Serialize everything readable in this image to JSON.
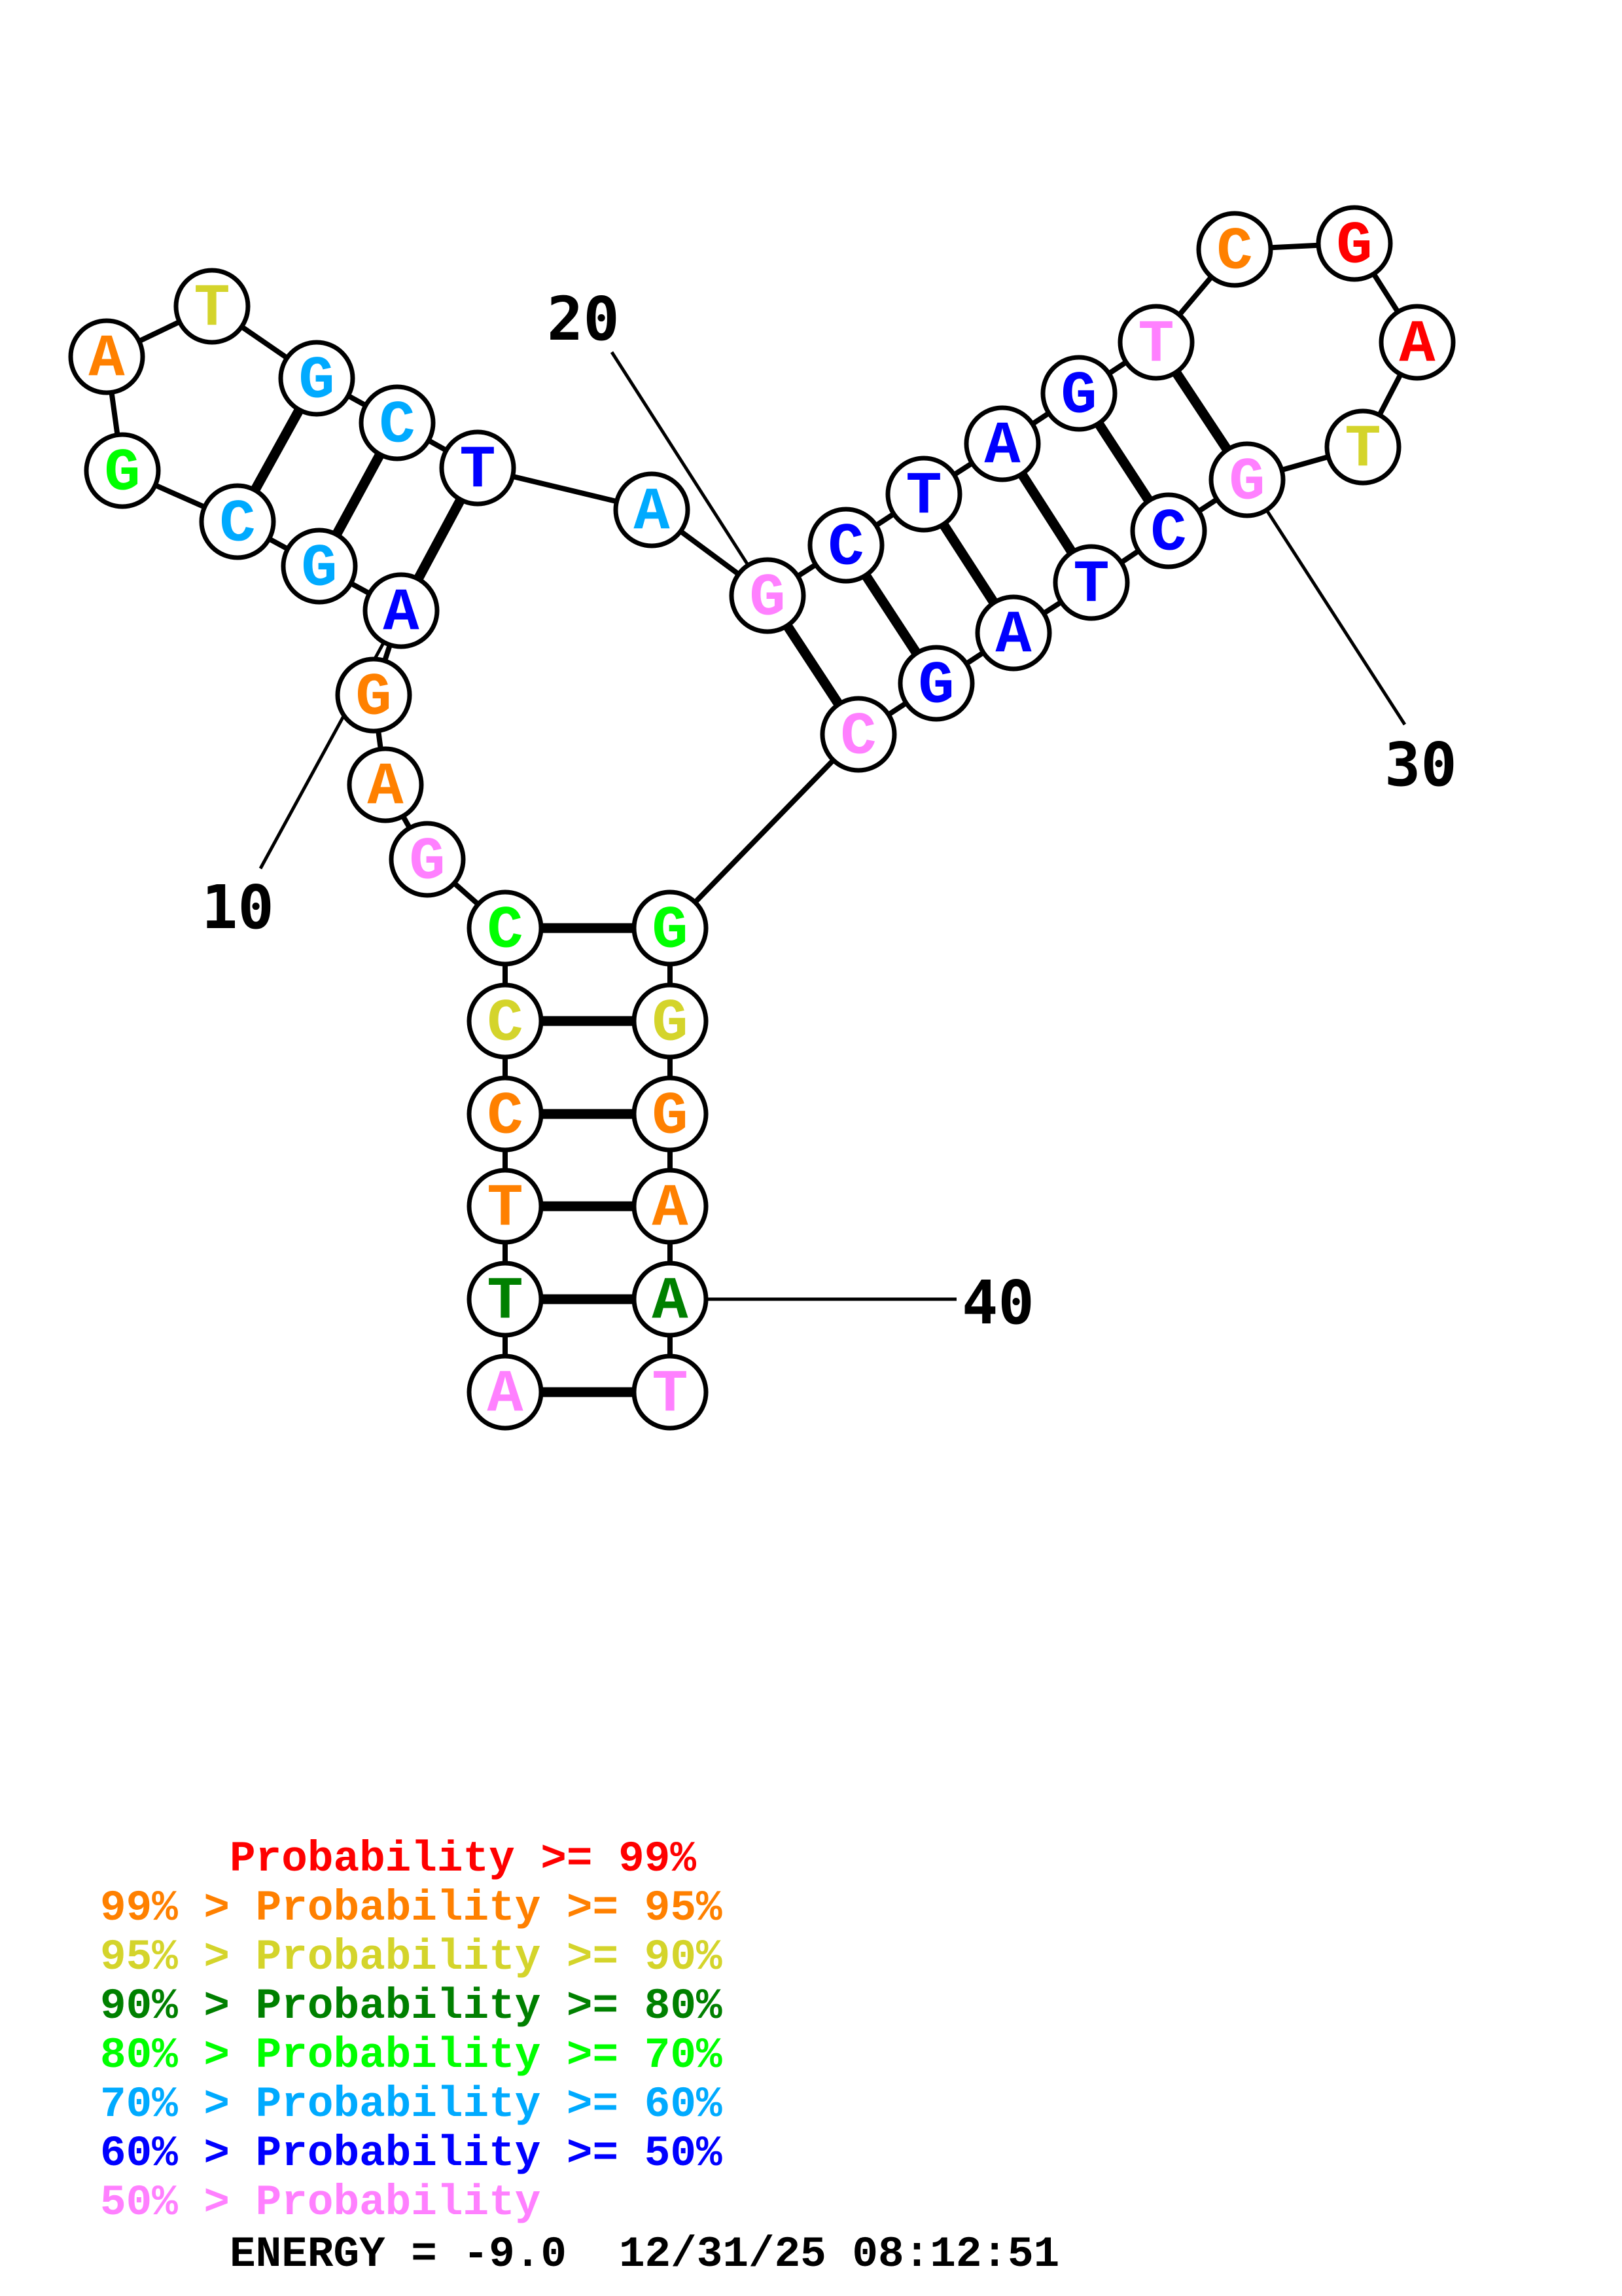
{
  "diagram": {
    "type": "rna-secondary-structure",
    "sequence": "ATTCCCGAGAGCGATGCTAGCTAGTCGATGCTAGCGGGAAT",
    "nodes": [
      {
        "index": 1,
        "base": "A",
        "prob_class": "lt50"
      },
      {
        "index": 2,
        "base": "T",
        "prob_class": "80to90"
      },
      {
        "index": 3,
        "base": "T",
        "prob_class": "95to99"
      },
      {
        "index": 4,
        "base": "C",
        "prob_class": "95to99"
      },
      {
        "index": 5,
        "base": "C",
        "prob_class": "90to95"
      },
      {
        "index": 6,
        "base": "C",
        "prob_class": "70to80"
      },
      {
        "index": 7,
        "base": "G",
        "prob_class": "lt50"
      },
      {
        "index": 8,
        "base": "A",
        "prob_class": "95to99"
      },
      {
        "index": 9,
        "base": "G",
        "prob_class": "95to99"
      },
      {
        "index": 10,
        "base": "A",
        "prob_class": "50to60"
      },
      {
        "index": 11,
        "base": "G",
        "prob_class": "60to70"
      },
      {
        "index": 12,
        "base": "C",
        "prob_class": "60to70"
      },
      {
        "index": 13,
        "base": "G",
        "prob_class": "70to80"
      },
      {
        "index": 14,
        "base": "A",
        "prob_class": "95to99"
      },
      {
        "index": 15,
        "base": "T",
        "prob_class": "90to95"
      },
      {
        "index": 16,
        "base": "G",
        "prob_class": "60to70"
      },
      {
        "index": 17,
        "base": "C",
        "prob_class": "60to70"
      },
      {
        "index": 18,
        "base": "T",
        "prob_class": "50to60"
      },
      {
        "index": 19,
        "base": "A",
        "prob_class": "60to70"
      },
      {
        "index": 20,
        "base": "G",
        "prob_class": "lt50"
      },
      {
        "index": 21,
        "base": "C",
        "prob_class": "50to60"
      },
      {
        "index": 22,
        "base": "T",
        "prob_class": "50to60"
      },
      {
        "index": 23,
        "base": "A",
        "prob_class": "50to60"
      },
      {
        "index": 24,
        "base": "G",
        "prob_class": "50to60"
      },
      {
        "index": 25,
        "base": "T",
        "prob_class": "lt50"
      },
      {
        "index": 26,
        "base": "C",
        "prob_class": "95to99"
      },
      {
        "index": 27,
        "base": "G",
        "prob_class": "ge99"
      },
      {
        "index": 28,
        "base": "A",
        "prob_class": "ge99"
      },
      {
        "index": 29,
        "base": "T",
        "prob_class": "90to95"
      },
      {
        "index": 30,
        "base": "G",
        "prob_class": "lt50"
      },
      {
        "index": 31,
        "base": "C",
        "prob_class": "50to60"
      },
      {
        "index": 32,
        "base": "T",
        "prob_class": "50to60"
      },
      {
        "index": 33,
        "base": "A",
        "prob_class": "50to60"
      },
      {
        "index": 34,
        "base": "G",
        "prob_class": "50to60"
      },
      {
        "index": 35,
        "base": "C",
        "prob_class": "lt50"
      },
      {
        "index": 36,
        "base": "G",
        "prob_class": "70to80"
      },
      {
        "index": 37,
        "base": "G",
        "prob_class": "90to95"
      },
      {
        "index": 38,
        "base": "G",
        "prob_class": "95to99"
      },
      {
        "index": 39,
        "base": "A",
        "prob_class": "95to99"
      },
      {
        "index": 40,
        "base": "A",
        "prob_class": "80to90"
      },
      {
        "index": 41,
        "base": "T",
        "prob_class": "lt50"
      }
    ],
    "pairs": [
      [
        1,
        41
      ],
      [
        2,
        40
      ],
      [
        3,
        39
      ],
      [
        4,
        38
      ],
      [
        5,
        37
      ],
      [
        6,
        36
      ],
      [
        10,
        18
      ],
      [
        11,
        17
      ],
      [
        12,
        16
      ],
      [
        20,
        35
      ],
      [
        21,
        34
      ],
      [
        22,
        33
      ],
      [
        23,
        32
      ],
      [
        24,
        31
      ],
      [
        25,
        30
      ]
    ],
    "position_labels": [
      {
        "text": "10",
        "index": 10
      },
      {
        "text": "20",
        "index": 20
      },
      {
        "text": "30",
        "index": 30
      },
      {
        "text": "40",
        "index": 40
      }
    ]
  },
  "colors": {
    "ge99": "#ff0000",
    "95to99": "#ff8000",
    "90to95": "#d4d42b",
    "80to90": "#008000",
    "70to80": "#00ff00",
    "60to70": "#00aaff",
    "50to60": "#0000ff",
    "lt50": "#ff80ff"
  },
  "legend": [
    {
      "text": "     Probability >= 99%",
      "class": "ge99"
    },
    {
      "text": "99% > Probability >= 95%",
      "class": "95to99"
    },
    {
      "text": "95% > Probability >= 90%",
      "class": "90to95"
    },
    {
      "text": "90% > Probability >= 80%",
      "class": "80to90"
    },
    {
      "text": "80% > Probability >= 70%",
      "class": "70to80"
    },
    {
      "text": "70% > Probability >= 60%",
      "class": "60to70"
    },
    {
      "text": "60% > Probability >= 50%",
      "class": "50to60"
    },
    {
      "text": "50% > Probability",
      "class": "lt50"
    }
  ],
  "footer": {
    "energy_label": "ENERGY = -9.0",
    "timestamp": "12/31/25 08:12:51",
    "energy_value": -9.0
  }
}
